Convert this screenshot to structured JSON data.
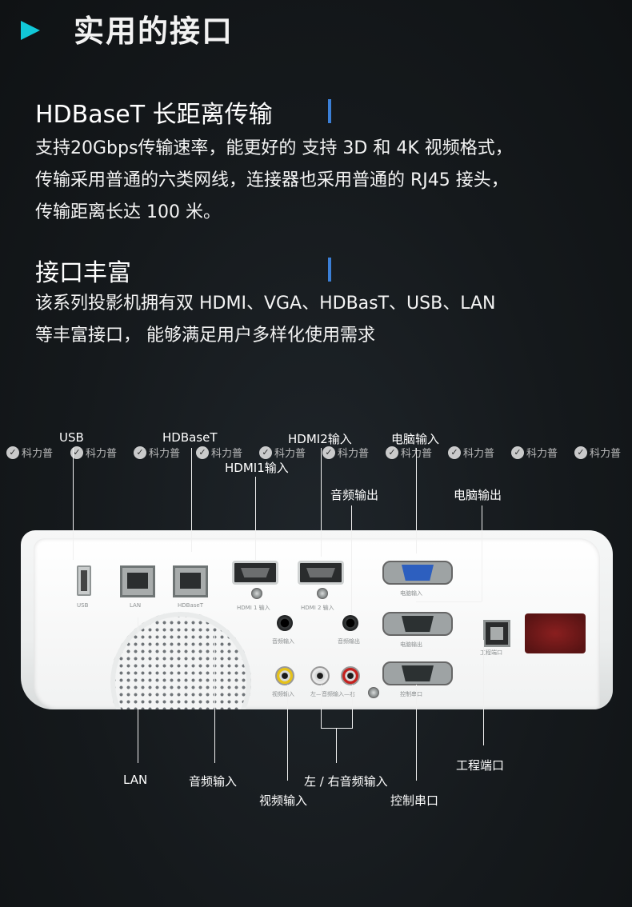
{
  "header": {
    "title": "实用的接口"
  },
  "sections": [
    {
      "title": "HDBaseT 长距离传输",
      "lines": [
        "支持20Gbps传输速率，能更好的 支持 3D 和 4K 视频格式，",
        "传输采用普通的六类网线，连接器也采用普通的 RJ45 接头，",
        "传输距离长达 100 米。"
      ]
    },
    {
      "title": "接口丰富",
      "lines": [
        "该系列投影机拥有双 HDMI、VGA、HDBasT、USB、LAN",
        "等丰富接口， 能够满足用户多样化使用需求"
      ]
    }
  ],
  "watermark": {
    "text": "科力普",
    "logo": "kelipu-logo-icon"
  },
  "callouts": {
    "usb": "USB",
    "hdbaset": "HDBaseT",
    "hdmi2_in": "HDMI2输入",
    "pc_in": "电脑输入",
    "hdmi1_in": "HDMI1输入",
    "audio_out": "音频输出",
    "pc_out": "电脑输出",
    "lan": "LAN",
    "audio_in": "音频输入",
    "video_in": "视频输入",
    "lr_audio_in": "左 / 右音频输入",
    "control_serial": "控制串口",
    "service_port": "工程端口"
  },
  "panel_labels": {
    "usb": "USB",
    "lan": "LAN",
    "hdbaset": "HDBaseT",
    "hdmi1": "HDMI 1 输入",
    "hdmi2": "HDMI 2 输入",
    "pc_in": "电脑输入",
    "audio_in": "音频输入",
    "audio_out": "音频输出",
    "pc_out": "电脑输出",
    "service": "工程端口",
    "video_in": "视频输入",
    "lr_in": "左—音频输入—右",
    "serial": "控制串口"
  },
  "colors": {
    "accent_arrow": "#11c8d8",
    "section_bar": "#3b7fd6",
    "rca_yellow": "#e6c21a",
    "rca_white": "#e8e8e8",
    "rca_red": "#c4211e",
    "ir_window": "#7a1a1a"
  }
}
